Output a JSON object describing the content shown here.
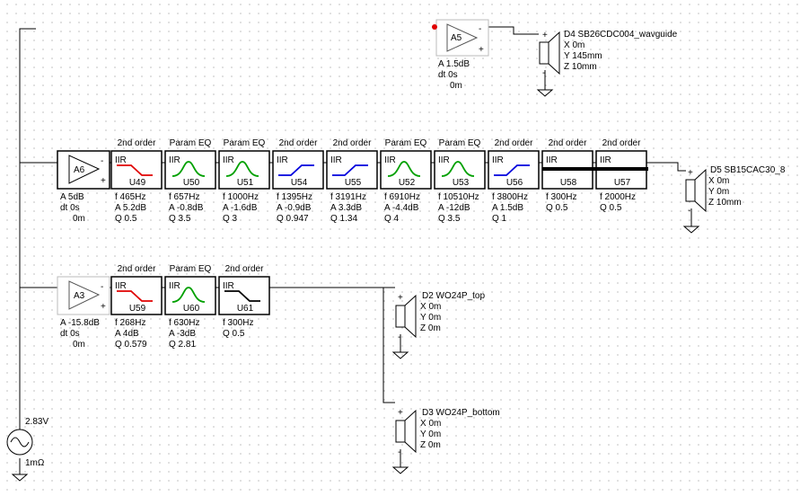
{
  "source": {
    "voltage": "2.83V",
    "resistance": "1mΩ"
  },
  "amp_top": {
    "ref": "A5",
    "gain": "A  1.5dB",
    "delay": "dt 0s",
    "offset": "0m"
  },
  "driver_d4": {
    "name": "D4 SB26CDC004_wavguide",
    "x": "X 0m",
    "y": "Y 145mm",
    "z": "Z 10mm",
    "color": "#0000cc"
  },
  "row1": {
    "amp": {
      "ref": "A6",
      "gain": "A  5dB",
      "delay": "dt 0s",
      "offset": "0m"
    },
    "filters": [
      {
        "order": "2nd order",
        "ref": "U49",
        "type": "IIR",
        "p1": "f   465Hz",
        "p2": "A  5.2dB",
        "p3": "Q  0.5",
        "shape": "lp",
        "color": "#e00000"
      },
      {
        "order": "Param EQ",
        "ref": "U50",
        "type": "IIR",
        "p1": "f   657Hz",
        "p2": "A  -0.8dB",
        "p3": "Q  3.5",
        "shape": "peak",
        "color": "#00a000"
      },
      {
        "order": "Param EQ",
        "ref": "U51",
        "type": "IIR",
        "p1": "f   1000Hz",
        "p2": "A  -1.6dB",
        "p3": "Q  3",
        "shape": "peak",
        "color": "#00a000"
      },
      {
        "order": "2nd order",
        "ref": "U54",
        "type": "IIR",
        "p1": "f   1395Hz",
        "p2": "A  -0.9dB",
        "p3": "Q  0.947",
        "shape": "hp",
        "color": "#0000dd"
      },
      {
        "order": "2nd order",
        "ref": "U55",
        "type": "IIR",
        "p1": "f   3191Hz",
        "p2": "A  3.3dB",
        "p3": "Q  1.34",
        "shape": "hp",
        "color": "#0000dd"
      },
      {
        "order": "Param EQ",
        "ref": "U52",
        "type": "IIR",
        "p1": "f   6910Hz",
        "p2": "A  -4.4dB",
        "p3": "Q  4",
        "shape": "peak",
        "color": "#00a000"
      },
      {
        "order": "Param EQ",
        "ref": "U53",
        "type": "IIR",
        "p1": "f   10510Hz",
        "p2": "A  -12dB",
        "p3": "Q  3.5",
        "shape": "peak",
        "color": "#00a000"
      },
      {
        "order": "2nd order",
        "ref": "U56",
        "type": "IIR",
        "p1": "f   3800Hz",
        "p2": "A  1.5dB",
        "p3": "Q  1",
        "shape": "hp",
        "color": "#0000dd"
      },
      {
        "order": "2nd order",
        "ref": "U58",
        "type": "IIR",
        "p1": "f   300Hz",
        "p2": "Q  0.5",
        "p3": "",
        "shape": "bypass",
        "color": "#000000"
      },
      {
        "order": "2nd order",
        "ref": "U57",
        "type": "IIR",
        "p1": "f   2000Hz",
        "p2": "Q  0.5",
        "p3": "",
        "shape": "bypass",
        "color": "#000000"
      }
    ]
  },
  "driver_d5": {
    "name": "D5 SB15CAC30_8",
    "x": "X 0m",
    "y": "Y 0m",
    "z": "Z 10mm",
    "color": "#0000cc"
  },
  "row2": {
    "amp": {
      "ref": "A3",
      "gain": "A  -15.8dB",
      "delay": "dt 0s",
      "offset": "0m"
    },
    "filters": [
      {
        "order": "2nd order",
        "ref": "U59",
        "type": "IIR",
        "p1": "f   268Hz",
        "p2": "A  4dB",
        "p3": "Q  0.579",
        "shape": "lp",
        "color": "#e00000"
      },
      {
        "order": "Param EQ",
        "ref": "U60",
        "type": "IIR",
        "p1": "f   630Hz",
        "p2": "A  -3dB",
        "p3": "Q  2.81",
        "shape": "peak",
        "color": "#00a000"
      },
      {
        "order": "2nd order",
        "ref": "U61",
        "type": "IIR",
        "p1": "f   300Hz",
        "p2": "Q  0.5",
        "p3": "",
        "shape": "lp",
        "color": "#000000"
      }
    ]
  },
  "driver_d2": {
    "name": "D2 WO24P_top",
    "x": "X 0m",
    "y": "Y 0m",
    "z": "Z 0m",
    "color": "#dd0000"
  },
  "driver_d3": {
    "name": "D3 WO24P_bottom",
    "x": "X 0m",
    "y": "Y 0m",
    "z": "Z 0m",
    "color": "#008000"
  }
}
